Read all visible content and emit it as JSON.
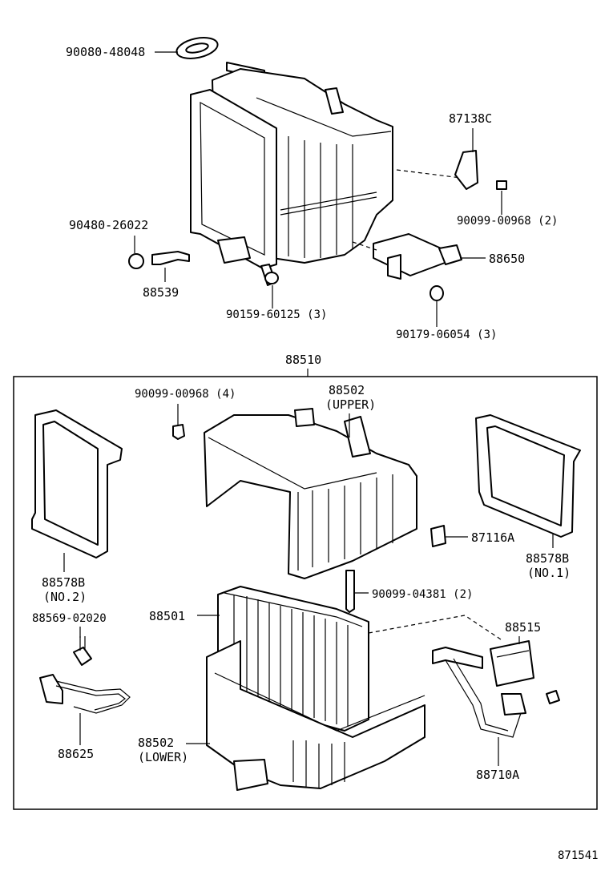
{
  "labels": {
    "p_90080_48048": "90080-48048",
    "p_87138C": "87138C",
    "p_90099_00968_2": "90099-00968 (2)",
    "p_90480_26022": "90480-26022",
    "p_88539": "88539",
    "p_88650": "88650",
    "p_90159_60125": "90159-60125 (3)",
    "p_90179_06054": "90179-06054 (3)",
    "p_88510": "88510",
    "p_90099_00968_4": "90099-00968 (4)",
    "p_88502_upper": "88502",
    "p_upper_note": "(UPPER)",
    "p_88578B_no2": "88578B",
    "p_no2_note": "(NO.2)",
    "p_87116A": "87116A",
    "p_88578B_no1": "88578B",
    "p_no1_note": "(NO.1)",
    "p_90099_04381": "90099-04381 (2)",
    "p_88569_02020": "88569-02020",
    "p_88501": "88501",
    "p_88515": "88515",
    "p_88625": "88625",
    "p_88502_lower": "88502",
    "p_lower_note": "(LOWER)",
    "p_88710A": "88710A",
    "diagram_id": "871541"
  }
}
